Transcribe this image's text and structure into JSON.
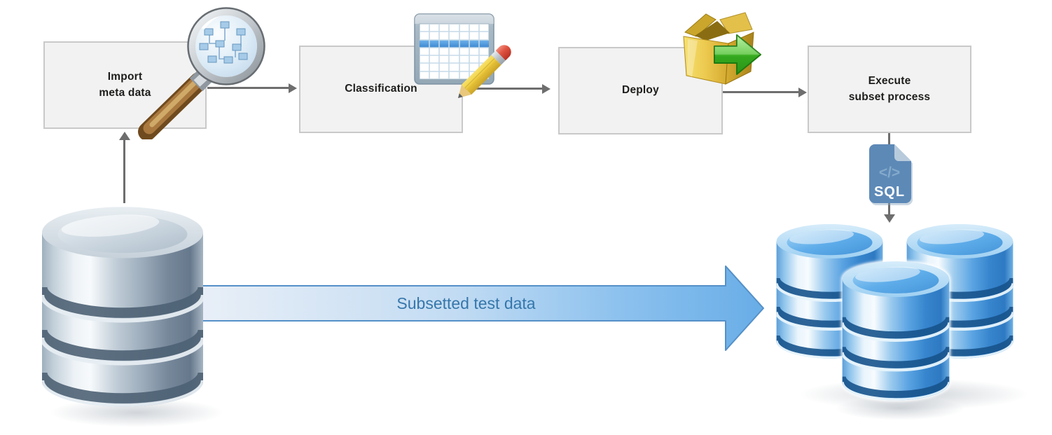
{
  "steps": [
    {
      "label": "Import\nmeta data",
      "icon": "magnifier-schema-icon"
    },
    {
      "label": "Classification",
      "icon": "table-pencil-icon"
    },
    {
      "label": "Deploy",
      "icon": "package-export-icon"
    },
    {
      "label": "Execute\nsubset process",
      "icon": "sql-file-icon"
    }
  ],
  "flow_arrow": {
    "label": "Subsetted test data"
  },
  "sql_badge": {
    "code_glyph": "</>",
    "label": "SQL"
  },
  "databases": {
    "source": {
      "icon": "database-source-icon",
      "count": 1
    },
    "target": {
      "icon": "database-cluster-icon",
      "count": 3
    }
  },
  "colors": {
    "background": "#ffffff",
    "box_fill": "#f2f2f2",
    "box_border": "#c9c9c9",
    "label_text": "#1d1d1b",
    "connector": "#6e6e6e",
    "flow_label": "#3677ab",
    "flow_border": "#5590c8",
    "flow_fill_start": "#e9eff7",
    "flow_fill_end": "#68ade7",
    "database_blue": "#4a97d9",
    "database_silver": "#9fb0be",
    "sql_badge_blue": "#5d89b7",
    "deploy_gold": "#ecc94e",
    "deploy_green": "#33a81e"
  }
}
